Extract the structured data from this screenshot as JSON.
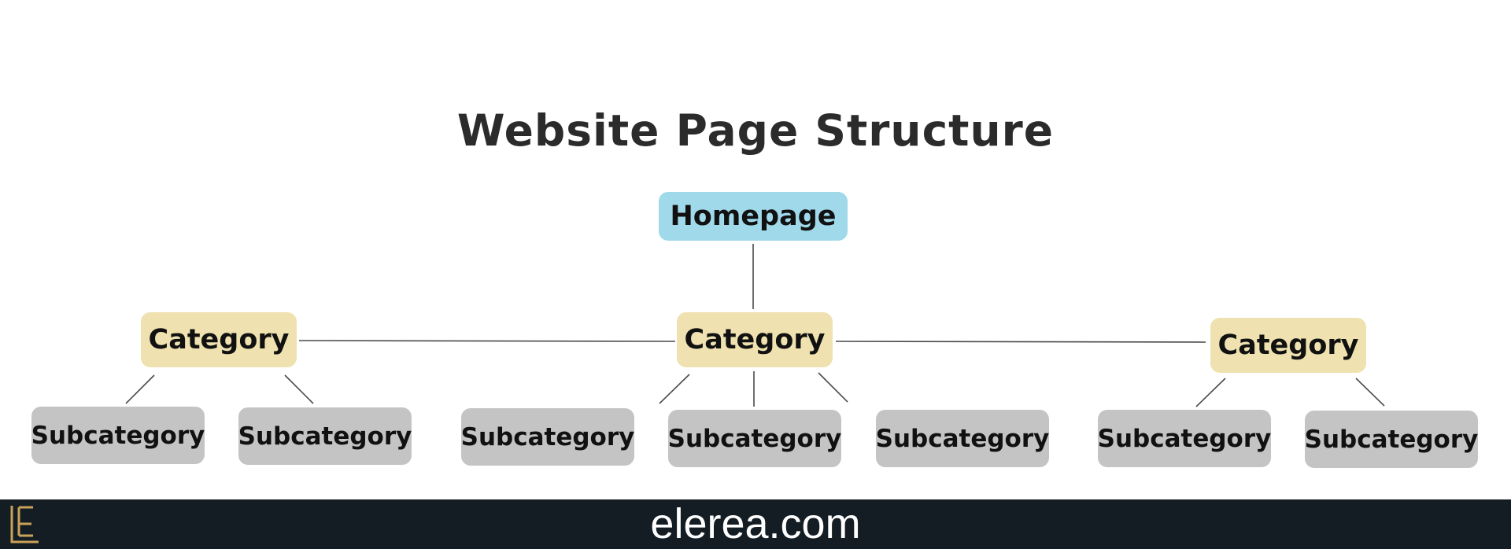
{
  "diagram": {
    "title": "Website Page Structure",
    "root": {
      "label": "Homepage"
    },
    "categories": [
      {
        "label": "Category",
        "subcategories": [
          "Subcategory",
          "Subcategory"
        ]
      },
      {
        "label": "Category",
        "subcategories": [
          "Subcategory",
          "Subcategory",
          "Subcategory"
        ]
      },
      {
        "label": "Category",
        "subcategories": [
          "Subcategory",
          "Subcategory"
        ]
      }
    ]
  },
  "footer": {
    "site": "elerea.com",
    "logo_letter": "E"
  },
  "colors": {
    "root_fill": "#9fd9ea",
    "category_fill": "#efe2b0",
    "subcategory_fill": "#c4c4c4",
    "connector": "#4a4a4a",
    "footer_bg": "#141d23",
    "logo_gold": "#c9a25a"
  }
}
